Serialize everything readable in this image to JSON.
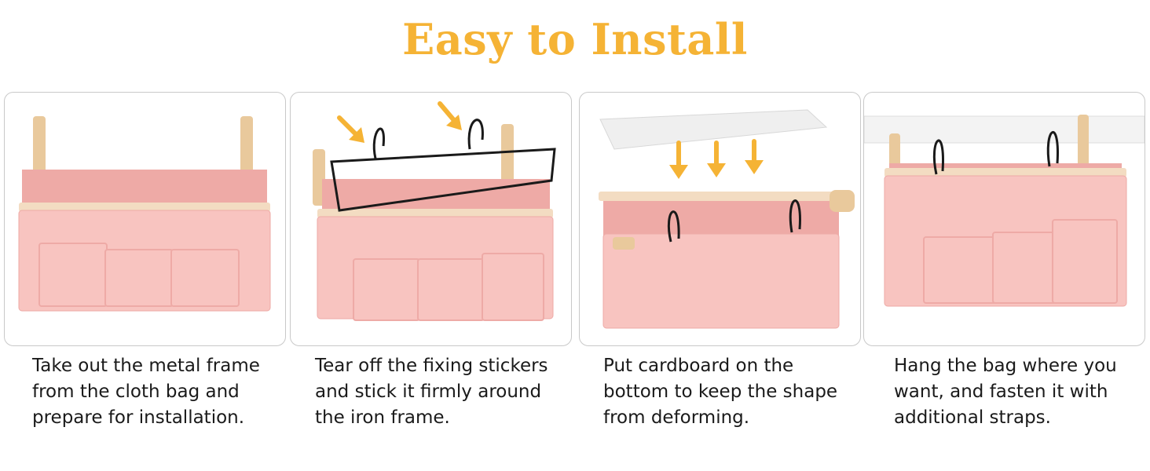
{
  "title": "Easy to Install",
  "colors": {
    "title": "#f5b335",
    "arrow": "#f5b335",
    "fabric": "#f8c4c0",
    "fabric_dark": "#eeaaa6",
    "trim": "#f3dcc2",
    "strap": "#e9c99c",
    "wire": "#1a1a1a",
    "panel_border": "#c9c9c9"
  },
  "steps": [
    {
      "lines": [
        "Take out the metal frame",
        "from the cloth bag and",
        "prepare for installation."
      ]
    },
    {
      "lines": [
        "Tear off the fixing stickers",
        "and stick it firmly around",
        "the iron frame."
      ]
    },
    {
      "lines": [
        "Put cardboard on the",
        "bottom to keep the shape",
        "from deforming."
      ]
    },
    {
      "lines": [
        "Hang the bag where you",
        "want, and fasten it with",
        "additional straps."
      ]
    }
  ]
}
